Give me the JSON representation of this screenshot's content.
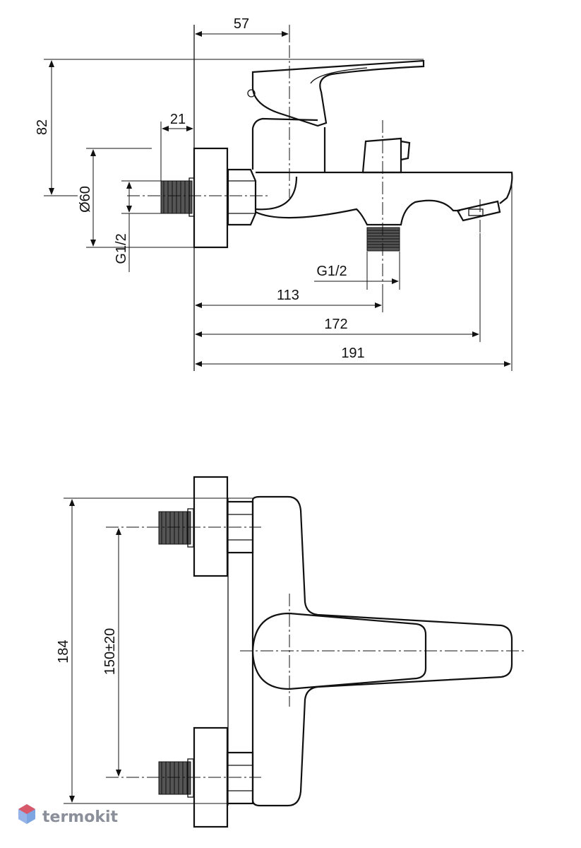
{
  "side_view": {
    "dim_top_width": "57",
    "dim_height": "82",
    "dim_inlet_depth": "21",
    "dim_flange_diameter": "Ø60",
    "dim_inlet_thread": "G1/2",
    "dim_outlet_thread": "G1/2",
    "dim_outlet_distance": "113",
    "dim_spout_distance": "172",
    "dim_total_length": "191"
  },
  "top_view": {
    "dim_total_width": "184",
    "dim_inlet_spacing": "150±20"
  },
  "watermark": {
    "brand": "termokit",
    "icon": "hexagon-logo-icon",
    "colors": [
      "#e94b54",
      "#5b8fd9"
    ]
  }
}
